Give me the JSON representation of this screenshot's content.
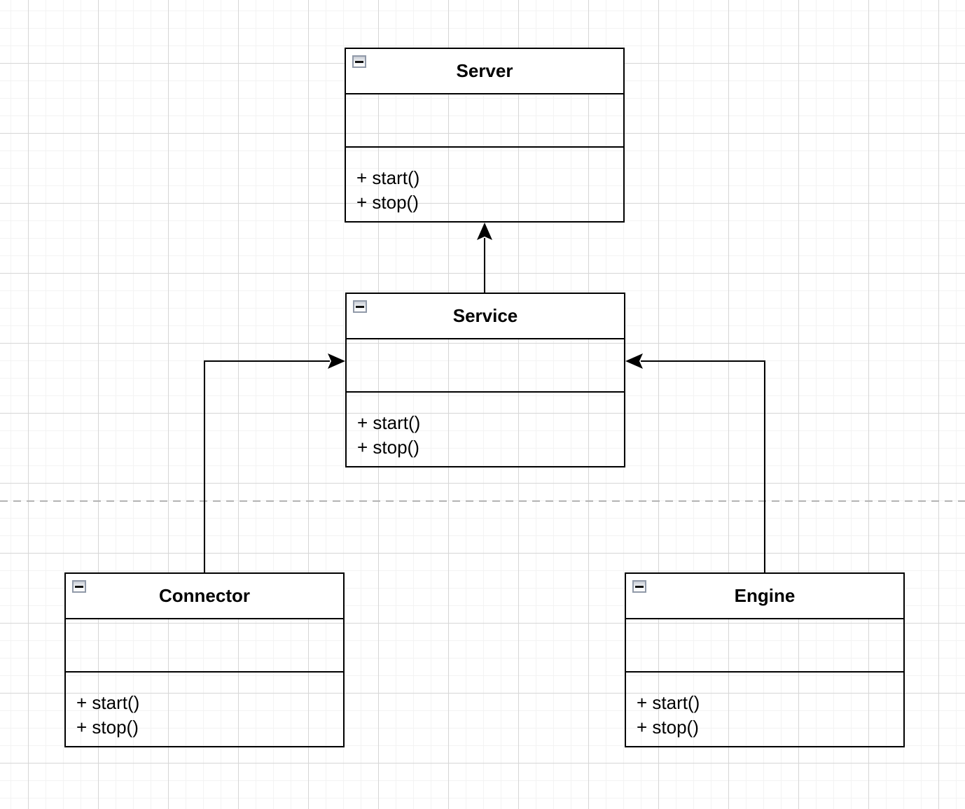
{
  "diagram": {
    "kind": "uml-class-diagram",
    "classes": [
      {
        "name": "Server",
        "attributes": [],
        "methods": [
          "+ start()",
          "+ stop()"
        ]
      },
      {
        "name": "Service",
        "attributes": [],
        "methods": [
          "+ start()",
          "+ stop()"
        ]
      },
      {
        "name": "Connector",
        "attributes": [],
        "methods": [
          "+ start()",
          "+ stop()"
        ]
      },
      {
        "name": "Engine",
        "attributes": [],
        "methods": [
          "+ start()",
          "+ stop()"
        ]
      }
    ],
    "relations": [
      {
        "from": "Service",
        "to": "Server",
        "arrow": "solid-filled",
        "route": "straight-up"
      },
      {
        "from": "Connector",
        "to": "Service",
        "arrow": "solid-filled",
        "route": "up-then-right"
      },
      {
        "from": "Engine",
        "to": "Service",
        "arrow": "solid-filled",
        "route": "up-then-left"
      }
    ],
    "page_separator": {
      "type": "horizontal-dashed-line"
    },
    "collapse_icon": "minus-icon"
  },
  "colors": {
    "stroke": "#000000",
    "box_title_fill": "#ffffff",
    "grid_minor": "#f3f3f3",
    "grid_major": "#d6d6d6",
    "dashed_separator": "#b3b3b3",
    "collapse_icon_border": "#9099a8"
  }
}
